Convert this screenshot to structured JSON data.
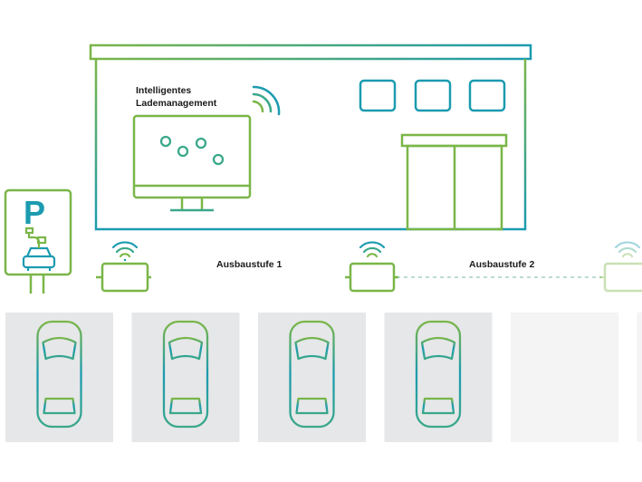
{
  "labels": {
    "management_line1": "Intelligentes",
    "management_line2": "Lademanagement",
    "stage1": "Ausbaustufe 1",
    "stage2": "Ausbaustufe 2",
    "parking_letter": "P"
  },
  "colors": {
    "green": "#7ab648",
    "teal": "#1c9bb0",
    "mid": "#3aa88a",
    "spot_filled": "#e6e7e8",
    "spot_empty": "#f4f4f4",
    "text": "#1a1a1a"
  },
  "icons": [
    "building-icon",
    "monitor-icon",
    "slider-icon",
    "wifi-icon",
    "charger-icon",
    "parking-sign-icon",
    "car-icon"
  ],
  "parking_spots": [
    {
      "occupied": true
    },
    {
      "occupied": true
    },
    {
      "occupied": true
    },
    {
      "occupied": true
    },
    {
      "occupied": false
    },
    {
      "occupied": false
    }
  ]
}
